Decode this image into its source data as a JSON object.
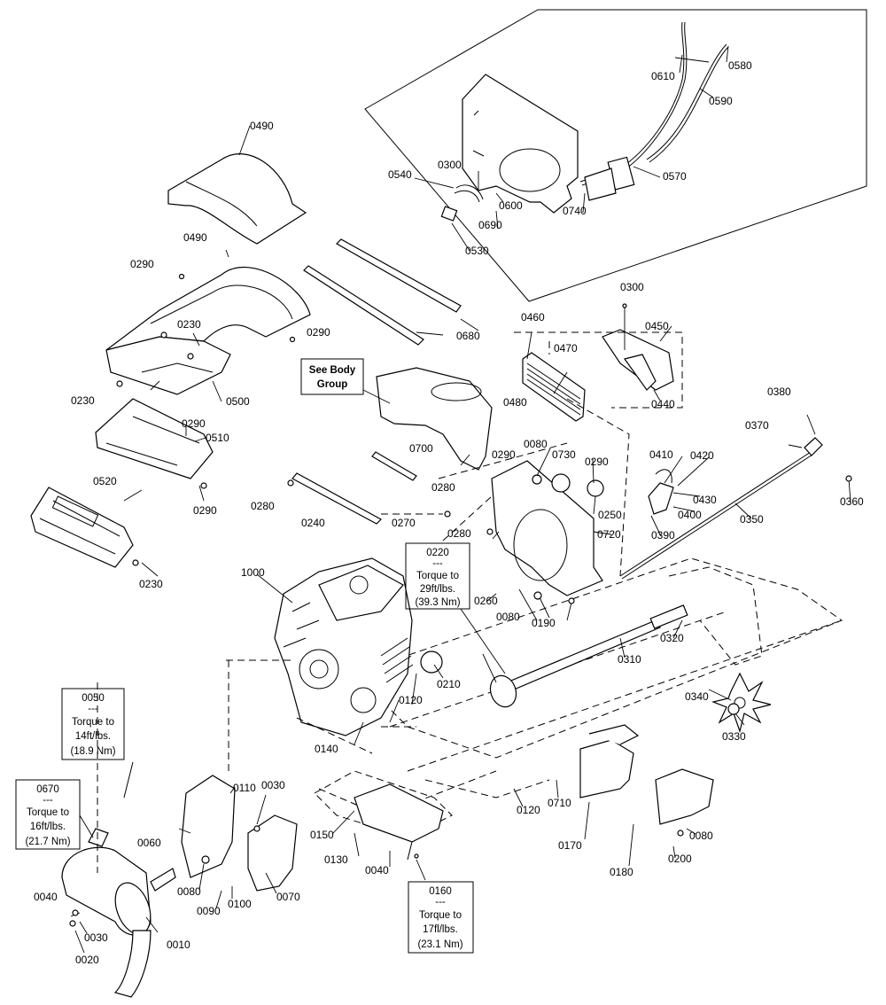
{
  "labels": {
    "0610": "0610",
    "0580": "0580",
    "0590": "0590",
    "0570": "0570",
    "0540": "0540",
    "0300a": "0300",
    "0600": "0600",
    "0740": "0740",
    "0690": "0690",
    "0530": "0530",
    "0490a": "0490",
    "0490b": "0490",
    "0290a": "0290",
    "0290b": "0290",
    "0290c": "0290",
    "0290d": "0290",
    "0290e": "0290",
    "0290f": "0290",
    "0230a": "0230",
    "0230b": "0230",
    "0230c": "0230",
    "0500": "0500",
    "0510": "0510",
    "0520": "0520",
    "0680": "0680",
    "0300b": "0300",
    "0460": "0460",
    "0470": "0470",
    "0450": "0450",
    "0480": "0480",
    "0440": "0440",
    "0380": "0380",
    "0370": "0370",
    "0700": "0700",
    "0280a": "0280",
    "0280b": "0280",
    "0280c": "0280",
    "0240": "0240",
    "0270": "0270",
    "0080a": "0080",
    "0080b": "0080",
    "0080c": "0080",
    "0080d": "0080",
    "0730": "0730",
    "0250": "0250",
    "0720": "0720",
    "0410": "0410",
    "0420": "0420",
    "0430": "0430",
    "0400": "0400",
    "0390": "0390",
    "0350": "0350",
    "0360": "0360",
    "1000": "1000",
    "0260": "0260",
    "0190": "0190",
    "0320": "0320",
    "0310": "0310",
    "0210": "0210",
    "0340": "0340",
    "0330": "0330",
    "0120a": "0120",
    "0120b": "0120",
    "0140": "0140",
    "0110": "0110",
    "0030a": "0030",
    "0030b": "0030",
    "0060": "0060",
    "0710": "0710",
    "0150": "0150",
    "0130": "0130",
    "0040a": "0040",
    "0040b": "0040",
    "0170": "0170",
    "0180": "0180",
    "0200": "0200",
    "0090": "0090",
    "0100": "0100",
    "0070": "0070",
    "0010": "0010",
    "0020": "0020"
  },
  "callouts": {
    "see_body": {
      "line1": "See Body",
      "line2": "Group"
    },
    "c0220": {
      "part": "0220",
      "sep": "---",
      "l1": "Torque to",
      "l2": "29ft/lbs.",
      "l3": "(39.3 Nm)"
    },
    "c0050": {
      "part": "0050",
      "sep": "---",
      "l1": "Torque to",
      "l2": "14ft/lbs.",
      "l3": "(18.9 Nm)"
    },
    "c0670": {
      "part": "0670",
      "sep": "---",
      "l1": "Torque to",
      "l2": "16ft/lbs.",
      "l3": "(21.7 Nm)"
    },
    "c0160": {
      "part": "0160",
      "sep": "---",
      "l1": "Torque to",
      "l2": "17fl/lbs.",
      "l3": "(23.1 Nm)"
    }
  }
}
